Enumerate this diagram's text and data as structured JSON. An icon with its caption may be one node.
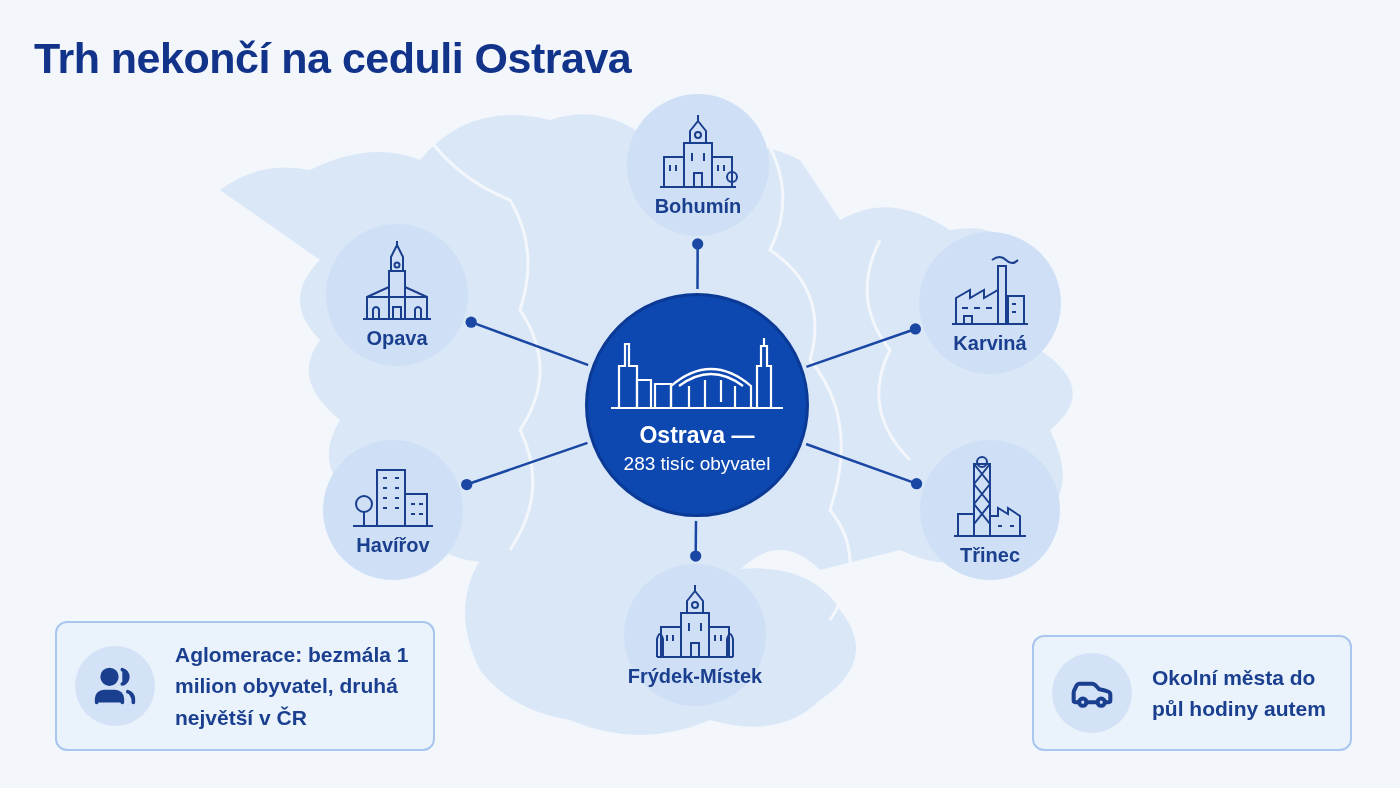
{
  "diagram": {
    "title": "Trh nekončí na ceduli Ostrava",
    "nodes": [
      {
        "text": [
          "Ostrava —",
          "283 tisíc obyvatel"
        ]
      },
      {
        "text": [
          "Bohumín"
        ]
      },
      {
        "text": [
          "Opava"
        ]
      },
      {
        "text": [
          "Karviná"
        ]
      },
      {
        "text": [
          "Havířov"
        ]
      },
      {
        "text": [
          "Třinec"
        ]
      },
      {
        "text": [
          "Frýdek-Místek"
        ]
      },
      {
        "text": [
          "Aglomerace: bezmála 1 milion obyvatel, druhá největší v ČR"
        ]
      },
      {
        "text": [
          "Okolní města do půl hodiny autem"
        ]
      }
    ],
    "edges": [
      {
        "from": 0,
        "to": 1,
        "arrow": "other"
      },
      {
        "from": 0,
        "to": 2,
        "arrow": "other"
      },
      {
        "from": 0,
        "to": 3,
        "arrow": "other"
      },
      {
        "from": 0,
        "to": 4,
        "arrow": "other"
      },
      {
        "from": 0,
        "to": 5,
        "arrow": "other"
      },
      {
        "from": 0,
        "to": 6,
        "arrow": "other"
      }
    ]
  }
}
